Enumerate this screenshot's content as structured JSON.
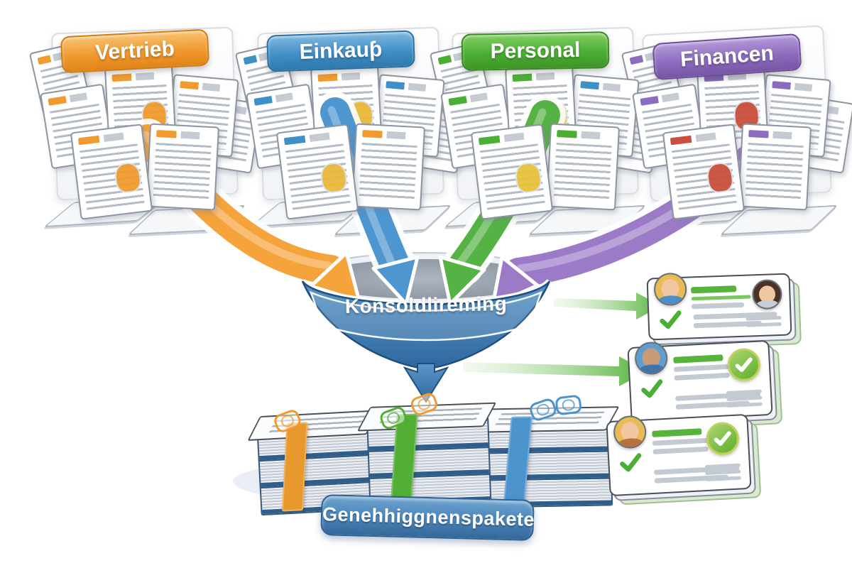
{
  "scene": {
    "description": "Document consolidation funnel diagram",
    "background_color": "#FFFFFF"
  },
  "departments": [
    {
      "name": "Vertrieb",
      "tab_color": "#F09A2F",
      "arrow_color": "#F5A33B"
    },
    {
      "name": "Einkauƥ",
      "tab_color": "#4090C8",
      "arrow_color": "#4D96D0"
    },
    {
      "name": "Personal",
      "tab_color": "#4CAF35",
      "arrow_color": "#55B244"
    },
    {
      "name": "Financen",
      "tab_color": "#8B6CBE",
      "arrow_color": "#9B7BC8"
    }
  ],
  "funnel": {
    "label": "Konsoldlireming",
    "color": "#4A86BC",
    "text_color": "#FFFFFF"
  },
  "output_pill": {
    "label": "Genehhiggnenspakete",
    "color": "#4E89BE",
    "text_color": "#FFFFFF"
  },
  "package_stacks": [
    {
      "band_color": "#E8992E",
      "paperclip_colors": [
        "#F09A2F"
      ]
    },
    {
      "band_color": "#53AE35",
      "paperclip_colors": [
        "#F09A2F",
        "#53AE35"
      ]
    },
    {
      "band_color": "#4C94CE",
      "paperclip_colors": [
        "#4C94CE",
        "#4C94CE"
      ]
    }
  ],
  "approval_cards": [
    {
      "avatars": [
        "blond-man",
        "brunette-woman"
      ],
      "check_icons": [
        "small-check"
      ],
      "accent_color": "#56B33C"
    },
    {
      "avatars": [
        "hooded-person"
      ],
      "check_icons": [
        "small-check",
        "circle-check"
      ],
      "accent_color": "#56B33C"
    },
    {
      "avatars": [
        "blond-woman"
      ],
      "check_icons": [
        "small-check",
        "circle-check"
      ],
      "accent_color": "#56B33C"
    }
  ],
  "connector_arrows": {
    "to_cards_color": "#54B23A",
    "funnel_spout_color": "#3D76AC"
  }
}
